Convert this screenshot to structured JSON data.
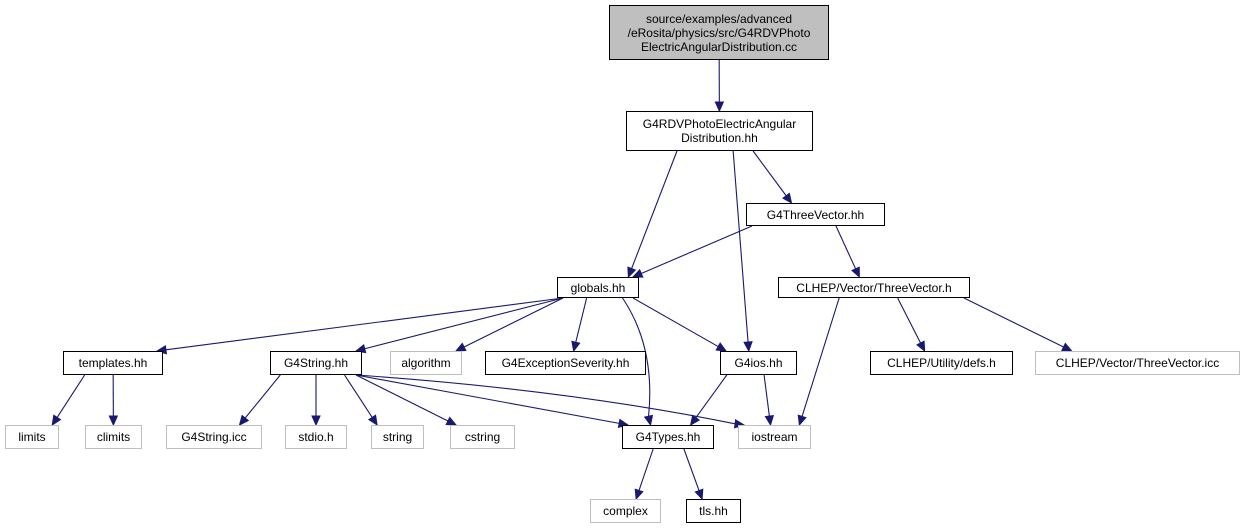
{
  "diagram": {
    "edge_color": "#191970",
    "root_fill": "#bfbfbf",
    "external_border": "#bfbfbf",
    "nodes": [
      {
        "id": "root",
        "label": "source/examples/advanced\n/eRosita/physics/src/G4RDVPhoto\nElectricAngularDistribution.cc",
        "kind": "root"
      },
      {
        "id": "g4rdvhh",
        "label": "G4RDVPhotoElectricAngular\nDistribution.hh",
        "kind": "file"
      },
      {
        "id": "threevec",
        "label": "G4ThreeVector.hh",
        "kind": "file"
      },
      {
        "id": "globals",
        "label": "globals.hh",
        "kind": "file"
      },
      {
        "id": "clhep3v",
        "label": "CLHEP/Vector/ThreeVector.h",
        "kind": "file"
      },
      {
        "id": "templates",
        "label": "templates.hh",
        "kind": "file"
      },
      {
        "id": "g4string",
        "label": "G4String.hh",
        "kind": "file"
      },
      {
        "id": "algorithm",
        "label": "algorithm",
        "kind": "external"
      },
      {
        "id": "g4exc",
        "label": "G4ExceptionSeverity.hh",
        "kind": "file"
      },
      {
        "id": "g4ios",
        "label": "G4ios.hh",
        "kind": "file"
      },
      {
        "id": "clhepdefs",
        "label": "CLHEP/Utility/defs.h",
        "kind": "file"
      },
      {
        "id": "clhepicc",
        "label": "CLHEP/Vector/ThreeVector.icc",
        "kind": "external"
      },
      {
        "id": "limits",
        "label": "limits",
        "kind": "external"
      },
      {
        "id": "climits",
        "label": "climits",
        "kind": "external"
      },
      {
        "id": "g4stringicc",
        "label": "G4String.icc",
        "kind": "external"
      },
      {
        "id": "stdio",
        "label": "stdio.h",
        "kind": "external"
      },
      {
        "id": "string",
        "label": "string",
        "kind": "external"
      },
      {
        "id": "cstring",
        "label": "cstring",
        "kind": "external"
      },
      {
        "id": "g4types",
        "label": "G4Types.hh",
        "kind": "file"
      },
      {
        "id": "iostream",
        "label": "iostream",
        "kind": "external"
      },
      {
        "id": "complex",
        "label": "complex",
        "kind": "external"
      },
      {
        "id": "tls",
        "label": "tls.hh",
        "kind": "file"
      }
    ],
    "edges": [
      {
        "from": "root",
        "to": "g4rdvhh"
      },
      {
        "from": "g4rdvhh",
        "to": "globals"
      },
      {
        "from": "g4rdvhh",
        "to": "g4ios"
      },
      {
        "from": "g4rdvhh",
        "to": "threevec"
      },
      {
        "from": "threevec",
        "to": "globals"
      },
      {
        "from": "threevec",
        "to": "clhep3v"
      },
      {
        "from": "globals",
        "to": "templates"
      },
      {
        "from": "globals",
        "to": "g4string"
      },
      {
        "from": "globals",
        "to": "algorithm"
      },
      {
        "from": "globals",
        "to": "g4exc"
      },
      {
        "from": "globals",
        "to": "g4ios"
      },
      {
        "from": "globals",
        "to": "g4types"
      },
      {
        "from": "clhep3v",
        "to": "clhepdefs"
      },
      {
        "from": "clhep3v",
        "to": "clhepicc"
      },
      {
        "from": "clhep3v",
        "to": "iostream"
      },
      {
        "from": "templates",
        "to": "limits"
      },
      {
        "from": "templates",
        "to": "climits"
      },
      {
        "from": "g4string",
        "to": "g4stringicc"
      },
      {
        "from": "g4string",
        "to": "stdio"
      },
      {
        "from": "g4string",
        "to": "string"
      },
      {
        "from": "g4string",
        "to": "cstring"
      },
      {
        "from": "g4string",
        "to": "g4types"
      },
      {
        "from": "g4string",
        "to": "iostream"
      },
      {
        "from": "g4ios",
        "to": "g4types"
      },
      {
        "from": "g4ios",
        "to": "iostream"
      },
      {
        "from": "g4types",
        "to": "complex"
      },
      {
        "from": "g4types",
        "to": "tls"
      }
    ]
  }
}
